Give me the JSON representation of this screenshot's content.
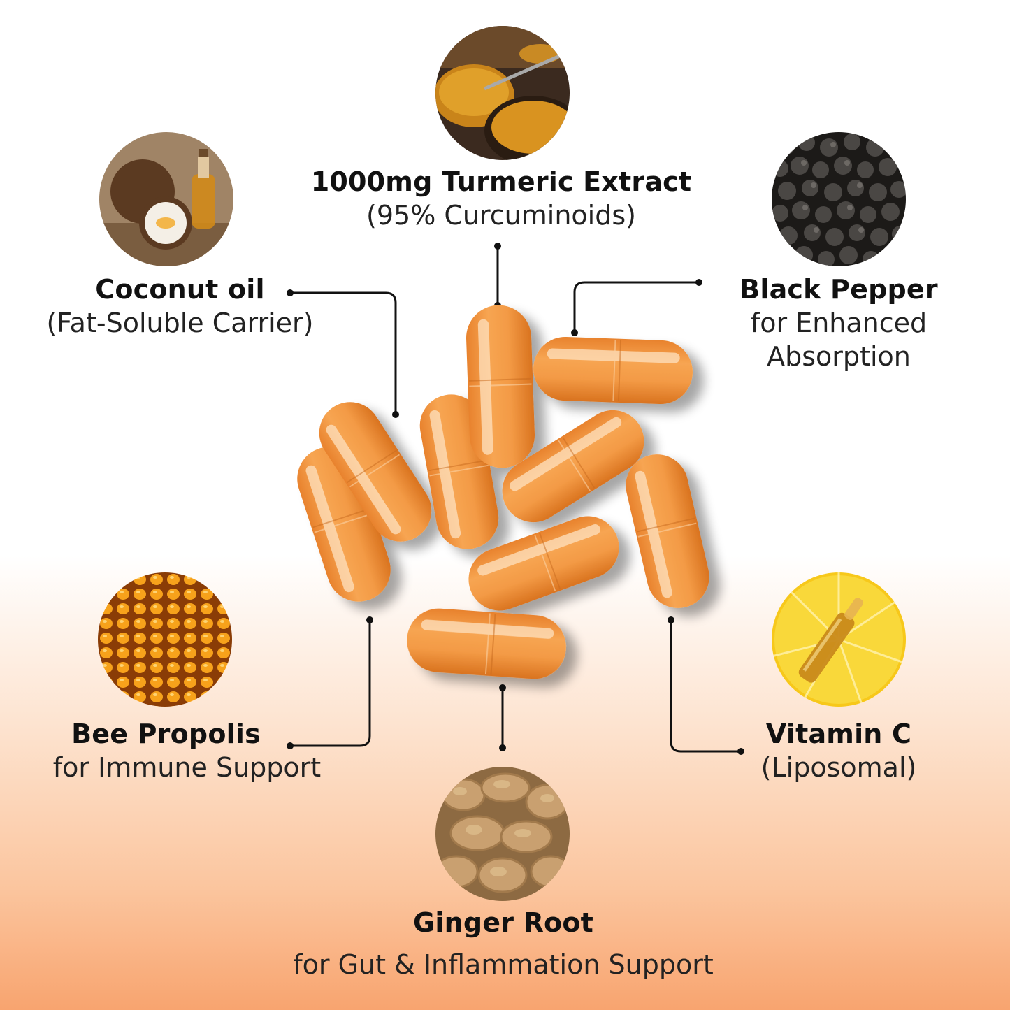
{
  "ingredients": {
    "turmeric": {
      "title": "1000mg Turmeric Extract",
      "sub": "(95% Curcuminoids)",
      "icon": "turmeric-powder-icon"
    },
    "coconut": {
      "title": "Coconut oil",
      "sub": "(Fat-Soluble Carrier)",
      "icon": "coconut-oil-icon"
    },
    "black_pepper": {
      "title": "Black Pepper",
      "sub1": "for Enhanced",
      "sub2": "Absorption",
      "icon": "peppercorn-icon"
    },
    "bee_propolis": {
      "title": "Bee Propolis",
      "sub": "for Immune Support",
      "icon": "honeycomb-icon"
    },
    "vitamin_c": {
      "title": "Vitamin C",
      "sub": "(Liposomal)",
      "icon": "lemon-ampoule-icon"
    },
    "ginger": {
      "title": "Ginger Root",
      "sub": "for Gut & Inflammation Support",
      "icon": "ginger-root-icon"
    }
  },
  "colors": {
    "capsule": "#f39a45",
    "capsule_highlight": "#fde2c0",
    "connector": "#111111",
    "gradient_bottom": "#f8a46f"
  }
}
